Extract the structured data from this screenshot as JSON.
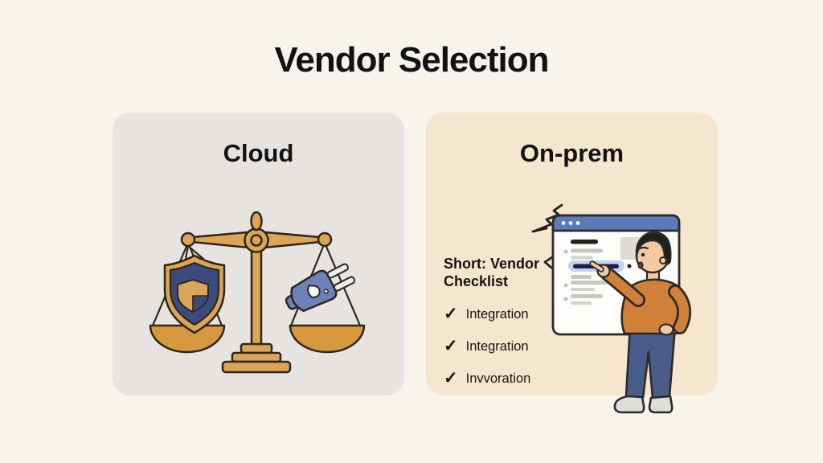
{
  "page": {
    "title": "Vendor Selection",
    "background_color": "#f8f4ec"
  },
  "panels": {
    "cloud": {
      "label": "Cloud",
      "background_color": "#e6e3e0",
      "illustration": {
        "name": "balance-scale",
        "left_pan_item": "shield",
        "right_pan_item": "power-plug",
        "scale_gold": "#dca455",
        "shield_navy": "#3c4b7d",
        "plug_blue": "#6d82bd"
      }
    },
    "onprem": {
      "label": "On-prem",
      "background_color": "#f5e6ce",
      "checklist": {
        "heading": "Short: Vendor Checklist",
        "check_glyph": "✓",
        "items": [
          "Integration",
          "Integration",
          "Invvoration"
        ]
      },
      "illustration": {
        "name": "person-presenting-browser-window",
        "browser_header_blue": "#5a7bb8",
        "highlight_row": "#c5d4ec",
        "sweater_orange": "#d08038",
        "jeans_blue": "#4a5c8a"
      }
    }
  }
}
